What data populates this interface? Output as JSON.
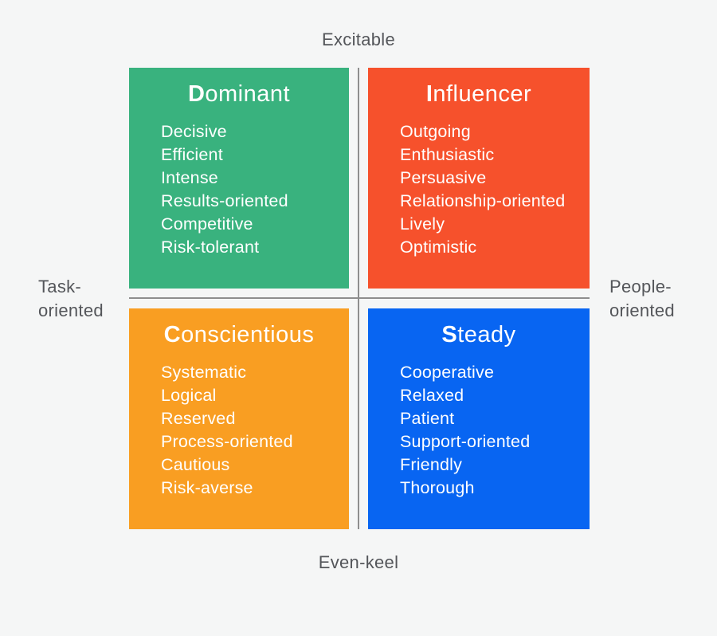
{
  "axes": {
    "top_label": "Excitable",
    "bottom_label": "Even-keel",
    "left_label_line1": "Task-",
    "left_label_line2": "oriented",
    "right_label_line1": "People-",
    "right_label_line2": "oriented"
  },
  "quadrants": [
    {
      "name": "Dominant",
      "title_initial": "D",
      "title_rest": "ominant",
      "color": "#39B27E",
      "traits": [
        "Decisive",
        "Efficient",
        "Intense",
        "Results-oriented",
        "Competitive",
        "Risk-tolerant"
      ]
    },
    {
      "name": "Influencer",
      "title_initial": "I",
      "title_rest": "nfluencer",
      "color": "#F6512C",
      "traits": [
        "Outgoing",
        "Enthusiastic",
        "Persuasive",
        "Relationship-oriented",
        "Lively",
        "Optimistic"
      ]
    },
    {
      "name": "Conscientious",
      "title_initial": "C",
      "title_rest": "onscientious",
      "color": "#F99E22",
      "traits": [
        "Systematic",
        "Logical",
        "Reserved",
        "Process-oriented",
        "Cautious",
        "Risk-averse"
      ]
    },
    {
      "name": "Steady",
      "title_initial": "S",
      "title_rest": "teady",
      "color": "#0865F2",
      "traits": [
        "Cooperative",
        "Relaxed",
        "Patient",
        "Support-oriented",
        "Friendly",
        "Thorough"
      ]
    }
  ],
  "colors": {
    "background": "#F5F6F6",
    "axis_line": "#8E8E8E",
    "axis_text": "#54565A",
    "quadrant_text": "#FFFFFF"
  }
}
